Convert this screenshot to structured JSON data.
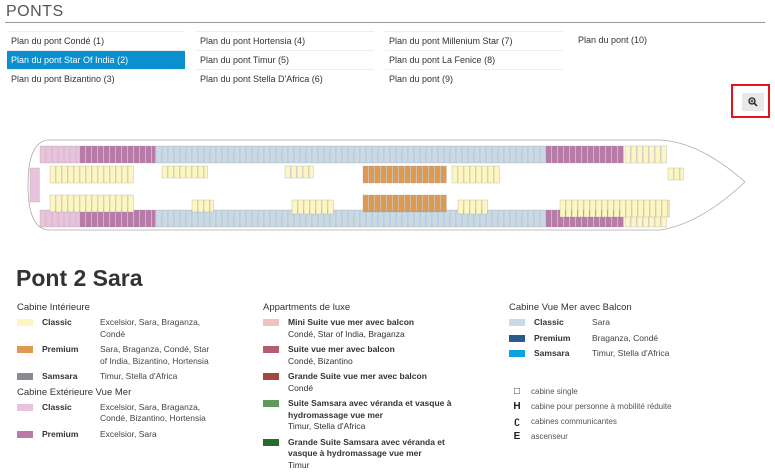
{
  "section_title": "PONTS",
  "tabs": [
    {
      "label": "Plan du pont Condé (1)",
      "selected": false
    },
    {
      "label": "Plan du pont Hortensia (4)",
      "selected": false
    },
    {
      "label": "Plan du pont Millenium Star (7)",
      "selected": false
    },
    {
      "label": "Plan du pont (10)",
      "selected": false
    },
    {
      "label": "Plan du pont Star Of India (2)",
      "selected": true
    },
    {
      "label": "Plan du pont Timur (5)",
      "selected": false
    },
    {
      "label": "Plan du pont La Fenice (8)",
      "selected": false
    },
    {
      "label": "Plan du pont Bizantino (3)",
      "selected": false
    },
    {
      "label": "Plan du pont Stella D'Africa (6)",
      "selected": false
    },
    {
      "label": "Plan du pont (9)",
      "selected": false
    }
  ],
  "zoom_icon": "zoom-in-icon",
  "deck_title": "Pont 2 Sara",
  "legend": {
    "interior": {
      "title": "Cabine Intérieure",
      "items": [
        {
          "label": "Classic",
          "ships": "Excelsior, Sara, Braganza, Condé",
          "color": "#fdf6c3"
        },
        {
          "label": "Premium",
          "ships": "Sara, Braganza, Condé, Star of India, Bizantino, Hortensia",
          "color": "#e09a50"
        },
        {
          "label": "Samsara",
          "ships": "Timur, Stella d'Africa",
          "color": "#8a8a90"
        }
      ]
    },
    "exterior": {
      "title": "Cabine Extérieure Vue Mer",
      "items": [
        {
          "label": "Classic",
          "ships": "Excelsior, Sara, Braganza, Condé, Bizantino, Hortensia",
          "color": "#e8c3dc"
        },
        {
          "label": "Premium",
          "ships": "Excelsior, Sara",
          "color": "#b87aa8"
        }
      ]
    },
    "luxe": {
      "title": "Appartments de luxe",
      "items": [
        {
          "label": "Mini Suite vue mer avec balcon",
          "ships": "Condé, Star of India, Braganza",
          "color": "#eec4bd"
        },
        {
          "label": "Suite vue mer avec balcon",
          "ships": "Condé, Bizantino",
          "color": "#b65c70"
        },
        {
          "label": "Grande Suite vue mer avec balcon",
          "ships": "Condé",
          "color": "#a04840"
        },
        {
          "label": "Suite Samsara avec véranda et vasque à hydromassage vue mer",
          "ships": "Timur, Stella d'Africa",
          "color": "#5e9a5a"
        },
        {
          "label": "Grande Suite Samsara avec véranda et vasque à hydromassage vue mer",
          "ships": "Timur",
          "color": "#2a6a2a"
        }
      ]
    },
    "balcony": {
      "title": "Cabine Vue Mer avec Balcon",
      "items": [
        {
          "label": "Classic",
          "ships": "Sara",
          "color": "#c9d9e6"
        },
        {
          "label": "Premium",
          "ships": "Braganza, Condé",
          "color": "#2c5a8f"
        },
        {
          "label": "Samsara",
          "ships": "Timur, Stella d'Africa",
          "color": "#0aa3e0"
        }
      ]
    },
    "symbols": [
      {
        "glyph": "□",
        "label": "cabine single"
      },
      {
        "glyph": "H",
        "label": "cabine pour personne à mobilité réduite"
      },
      {
        "glyph": "ʗ",
        "label": "cabines communicantes"
      },
      {
        "glyph": "E",
        "label": "ascenseur"
      }
    ]
  }
}
